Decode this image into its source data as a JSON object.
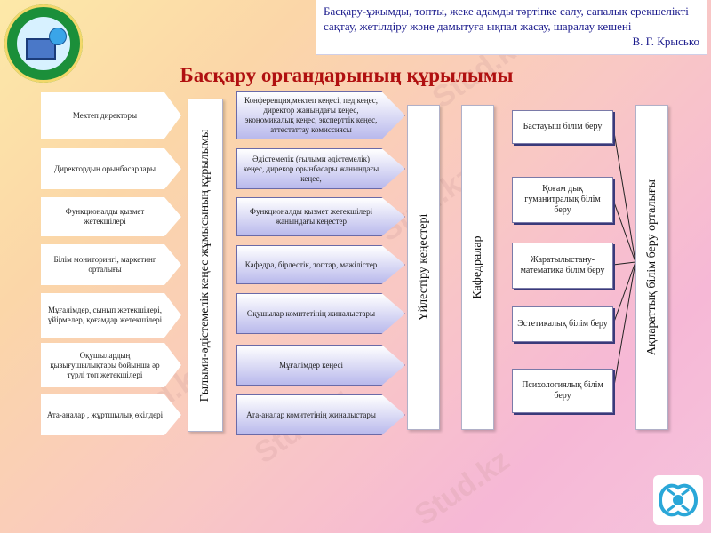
{
  "quote": {
    "text": "Басқару-ұжымды, топты, жеке адамды тәртіпке салу, сапалық ерекшелікті сақтау, жетілдіру және дамытуға ықпал жасау, шаралау кешені",
    "author": "В. Г. Крысько"
  },
  "title": "Басқару органдарының  құрылымы",
  "left_items": [
    "Мектеп директоры",
    "Директордың орынбасарлары",
    "Функционалды қызмет жетекшілері",
    "Білім мониторингі, маркетинг орталығы",
    "Мұғалімдер, сынып жетекшілері, үйірмелер, қоғамдар жетекшілері",
    "Оқушылардың қызығушылықтары бойынша әр түрлі топ жетекшілері",
    "Ата-аналар , жұртшылық өкілдері"
  ],
  "council_bar": "Ғылыми-әдістемелік кеңес жұмысының құрылымы",
  "middle_items": [
    "Конференция,мектеп кеңесі, пед кеңес, директор жанындағы кеңес, экономикалық кеңес, эксперттік кеңес, аттестаттау комиссиясы",
    "Әдістемелік (ғылыми әдістемелік) кеңес, дирекор орынбасары жанындағы кеңес,",
    "Функционалды  қызмет жетекшілері жанындағы кеңестер",
    "Кафедра, бірлестік, топтар, мәжілістер",
    "Оқушылар комитетінің жиналыстары",
    "Мұғалімдер кеңесі",
    "Ата-аналар комитетінің жиналыстары"
  ],
  "coordination_bar": "Үйлестіру кеңестері",
  "departments_bar": "Кафедралар",
  "right_items": [
    "Бастауыш білім беру",
    "Қоғам дық гуманитралық білім беру",
    "Жаратылыстану-математика білім беру",
    "Эстетикалық білім беру",
    "Психологиялық білім беру"
  ],
  "info_bar": "Ақпараттық білім беру орталығы",
  "watermark": "Stud.kz"
}
